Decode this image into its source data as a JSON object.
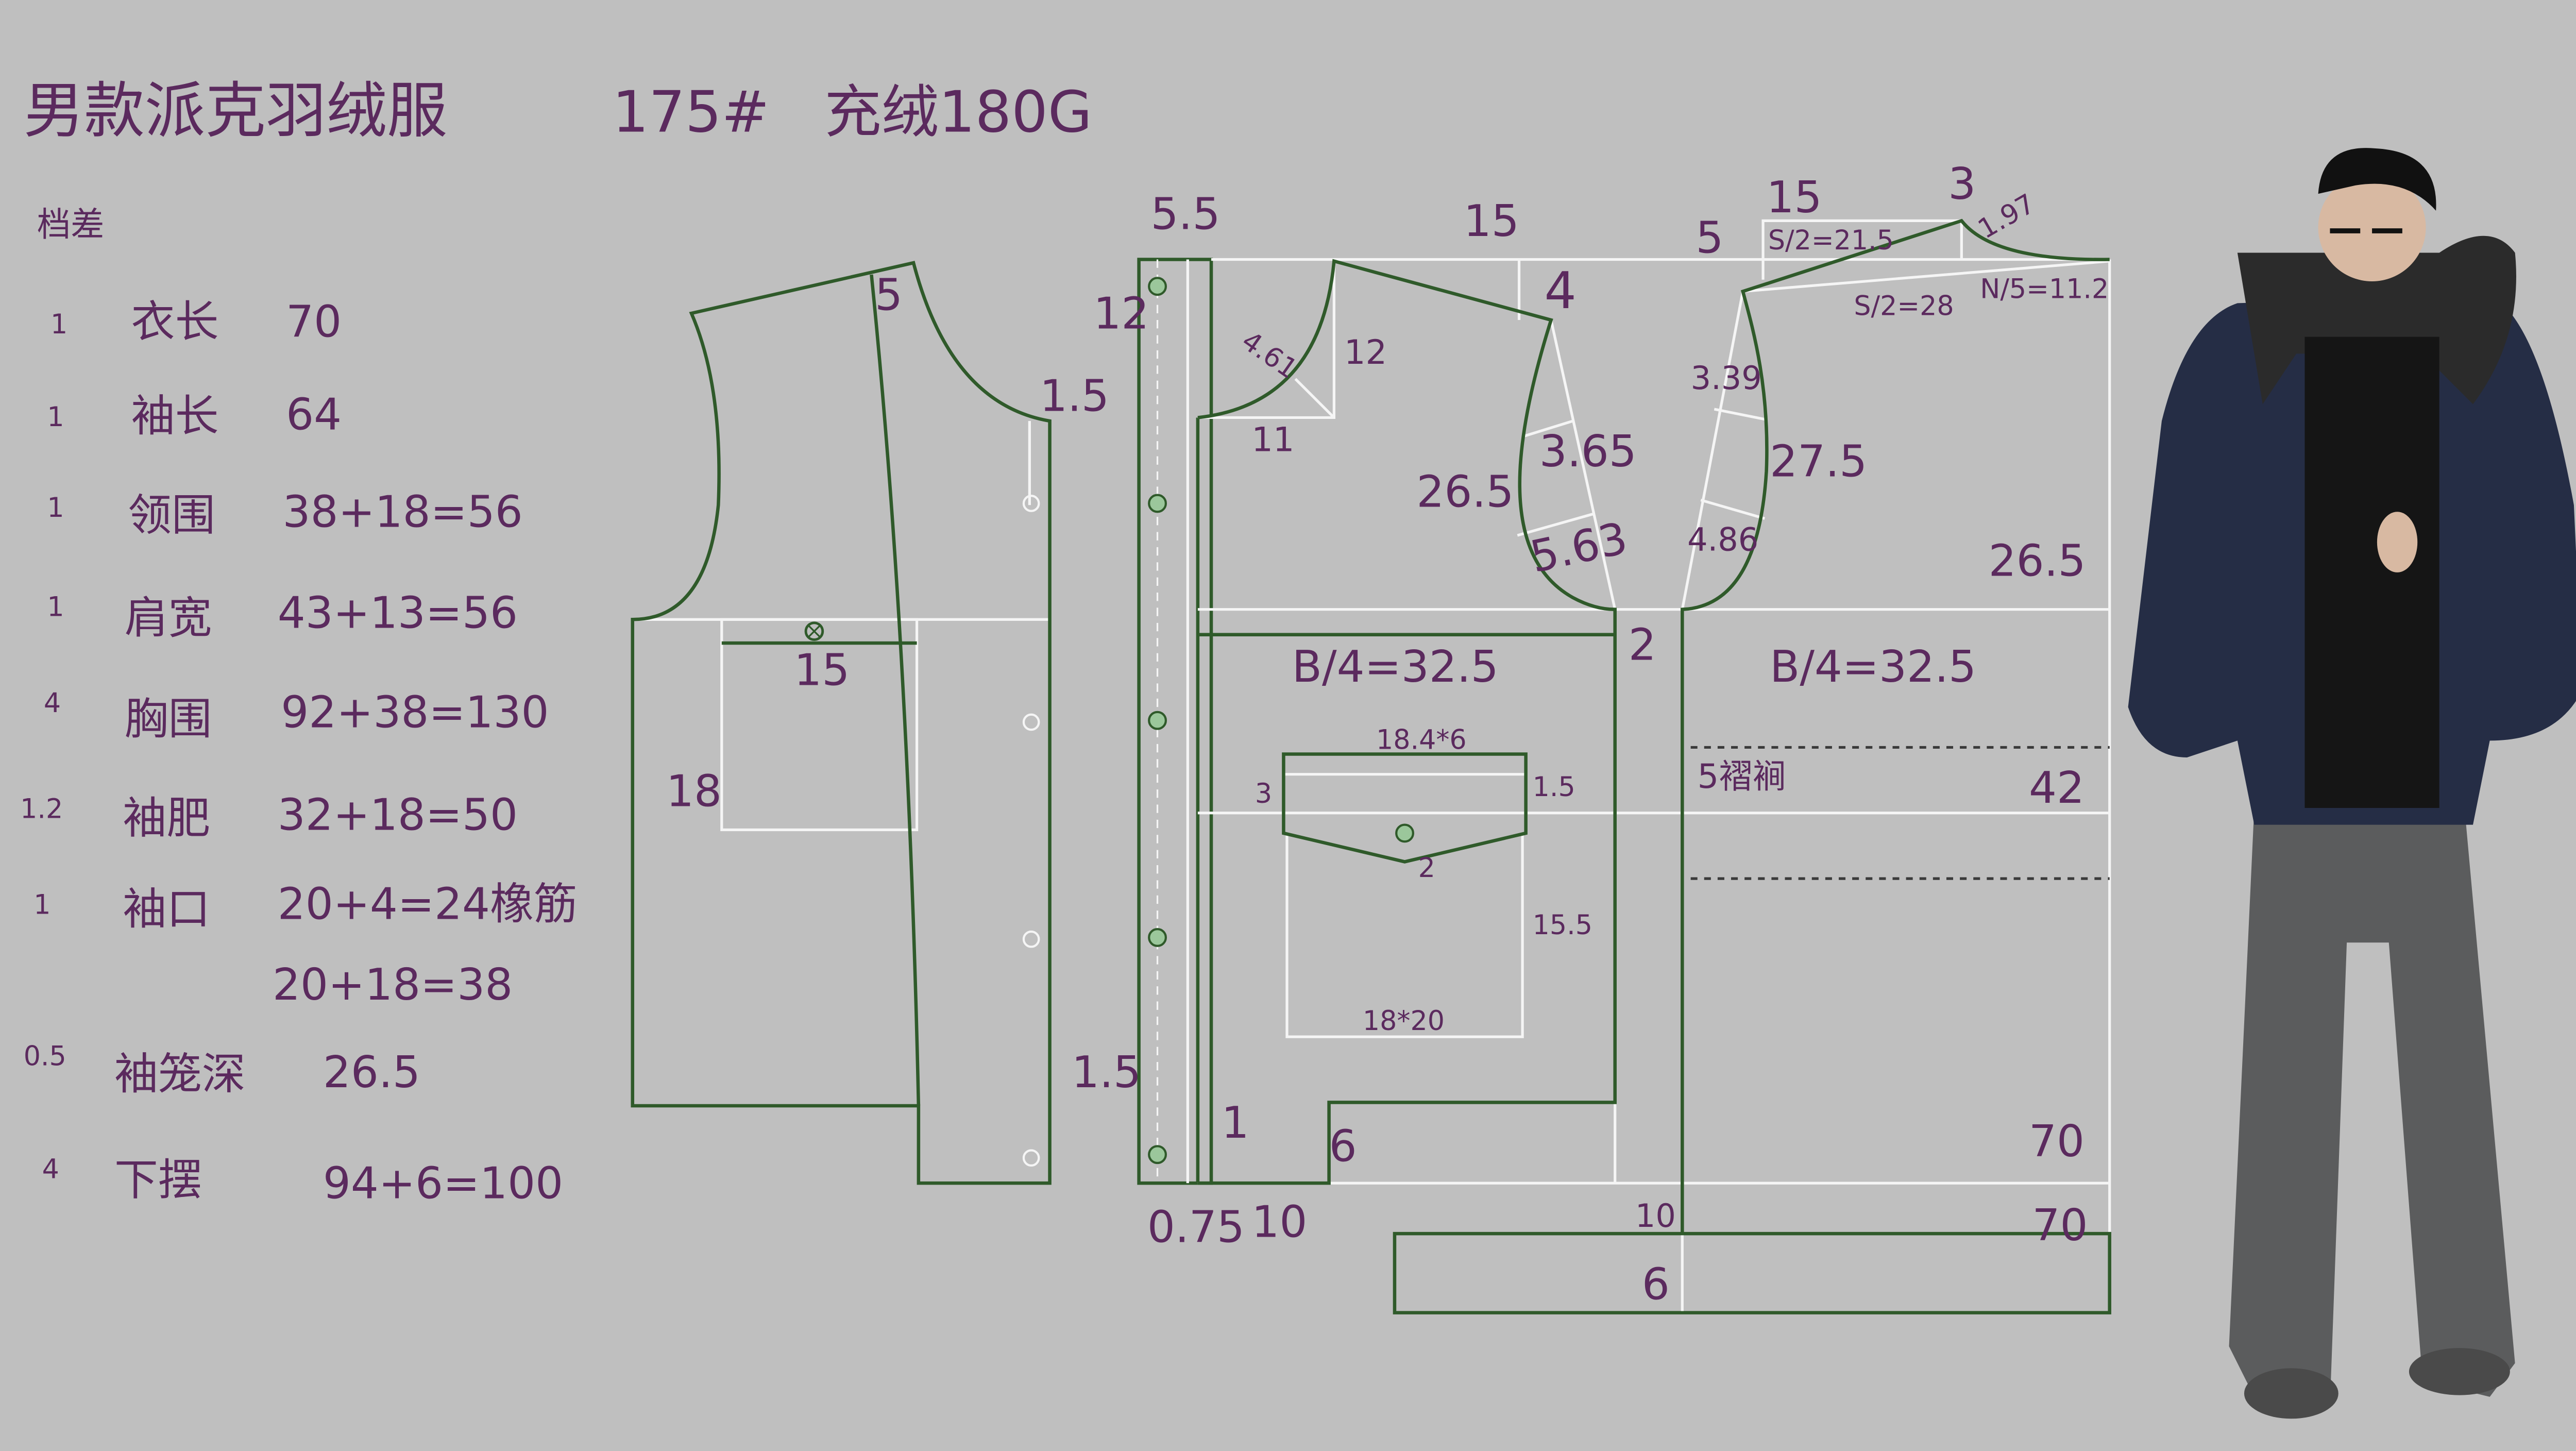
{
  "header": {
    "title": "男款派克羽绒服",
    "size": "175#",
    "fill": "充绒180G"
  },
  "specs": {
    "grade_title": "档差",
    "rows": [
      {
        "grade": "1",
        "name": "衣长",
        "value": "70"
      },
      {
        "grade": "1",
        "name": "袖长",
        "value": "64"
      },
      {
        "grade": "1",
        "name": "领围",
        "value": "38+18=56"
      },
      {
        "grade": "1",
        "name": "肩宽",
        "value": "43+13=56"
      },
      {
        "grade": "4",
        "name": "胸围",
        "value": "92+38=130"
      },
      {
        "grade": "1.2",
        "name": "袖肥",
        "value": "32+18=50"
      },
      {
        "grade": "1",
        "name": "袖口",
        "value": "20+4=24橡筋",
        "extra": "20+18=38"
      },
      {
        "grade": "0.5",
        "name": "袖笼深",
        "value": "26.5"
      },
      {
        "grade": "4",
        "name": "下摆",
        "value": "94+6=100"
      }
    ]
  },
  "left_piece": {
    "labels": [
      "5",
      "1.5",
      "15",
      "18"
    ]
  },
  "placket": {
    "labels": [
      "5.5",
      "12",
      "1.5",
      "0.75",
      "10",
      "1"
    ]
  },
  "front": {
    "labels": [
      "15",
      "4.61",
      "12",
      "11",
      "4",
      "26.5",
      "3.65",
      "5.63",
      "B/4=32.5",
      "2",
      "18.4*6",
      "3",
      "1.5",
      "2",
      "15.5",
      "18*20",
      "6"
    ]
  },
  "back": {
    "labels": [
      "5",
      "15",
      "3",
      "S/2=21.5",
      "1.97",
      "S/2=28",
      "N/5=11.2",
      "3.39",
      "27.5",
      "4.86",
      "26.5",
      "B/4=32.5",
      "5褶裥",
      "42",
      "70",
      "70",
      "10",
      "6"
    ]
  },
  "colors": {
    "background": "#bfbfbf",
    "pattern_line": "#2f5a2a",
    "guide_line": "#f5f5f5",
    "text": "#5b2a5e"
  }
}
